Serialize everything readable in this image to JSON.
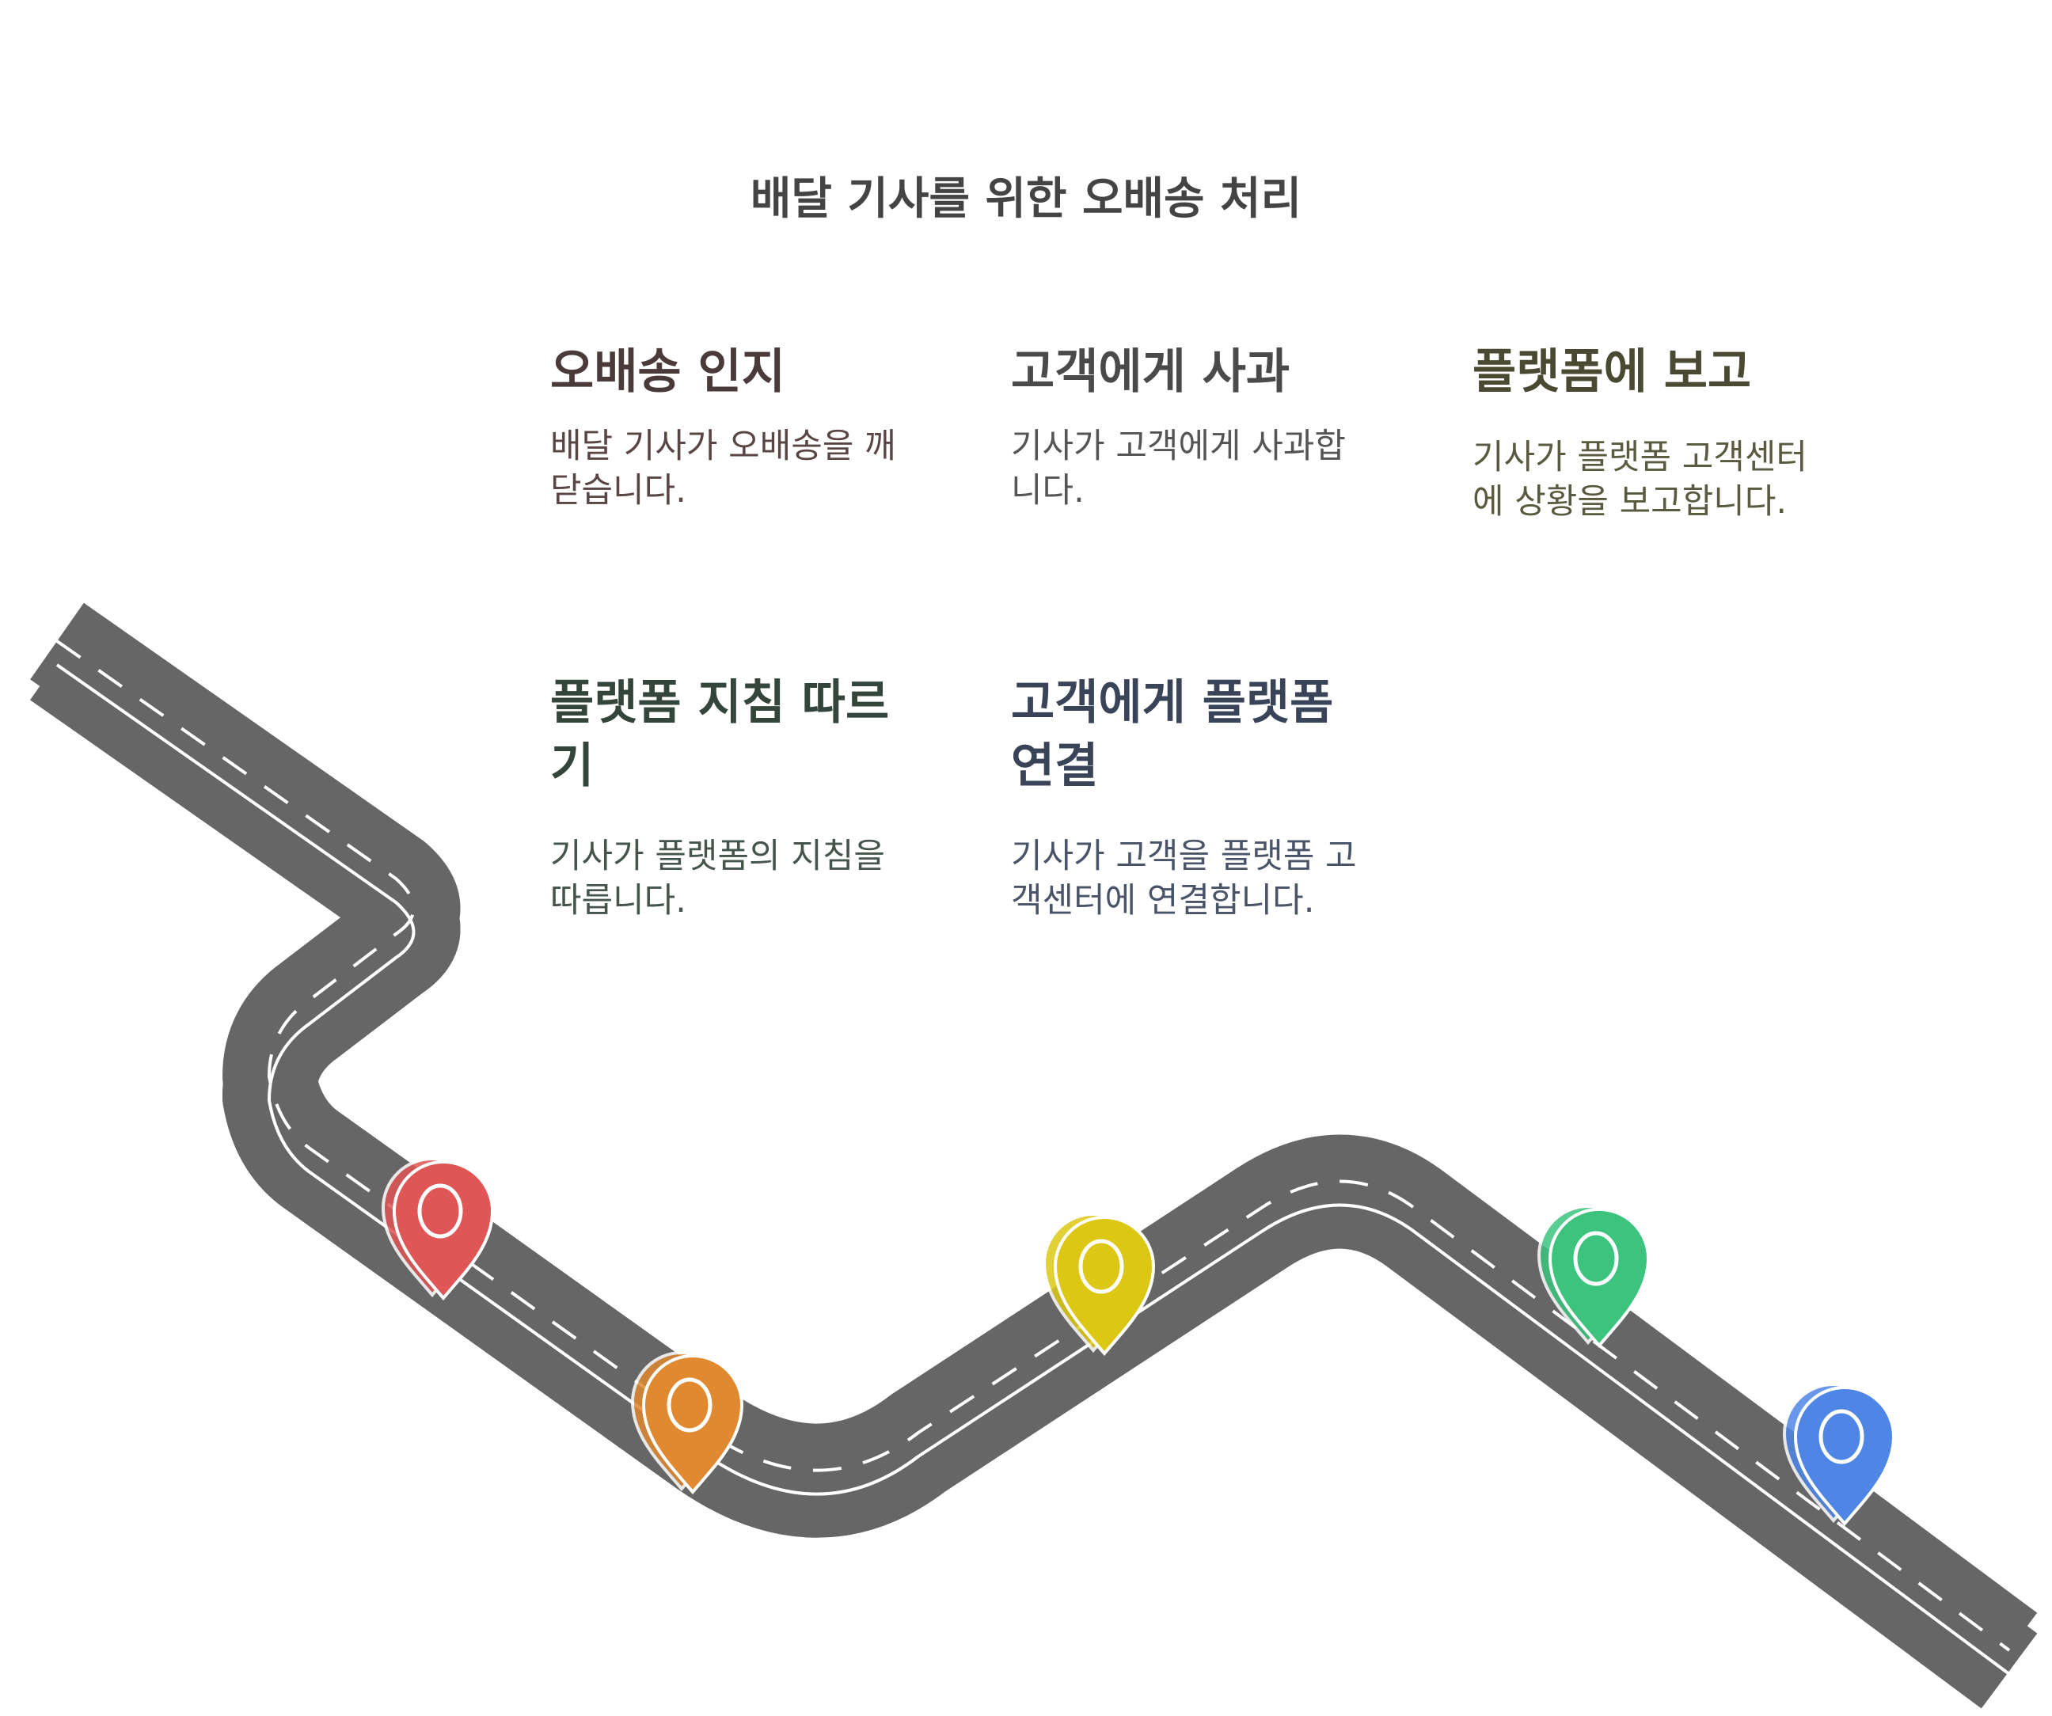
{
  "title": "배달 기사를 위한 오배송 처리",
  "steps": [
    {
      "title": "오배송 인지",
      "description": "배달 기사가 오배송을 깨닫습니다.",
      "title_color": "#4a3a3a",
      "desc_color": "#5a4545",
      "pin_color": "#e05555"
    },
    {
      "title": "고객에게 사과",
      "description": "기사가 고객에게 사과합니다.",
      "title_color": "#4a4a4a",
      "desc_color": "#555555",
      "pin_color": "#e0892f"
    },
    {
      "title": "플랫폼에 보고",
      "description": "기사가 플랫폼 고객센터에 상황을 보고합니다.",
      "title_color": "#4a4a32",
      "desc_color": "#5a5a40",
      "pin_color": "#dcc814"
    },
    {
      "title": "플랫폼 지침 따르기",
      "description": "기사가 플랫폼의 지침을 따릅니다.",
      "title_color": "#34453c",
      "desc_color": "#45554c",
      "pin_color": "#3cc47e"
    },
    {
      "title": "고객에게 플랫폼 연결",
      "description": "기사가 고객을 플랫폼 고객센터에 연결합니다.",
      "title_color": "#3a4458",
      "desc_color": "#4a5468",
      "pin_color": "#4f86e6"
    }
  ],
  "road_color": "#666666"
}
